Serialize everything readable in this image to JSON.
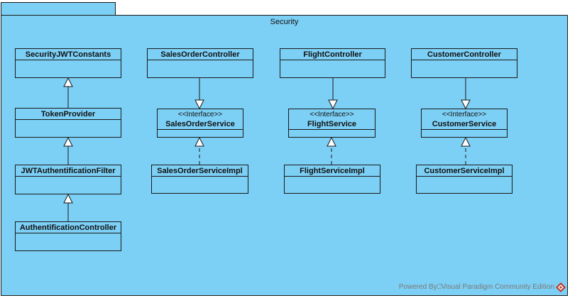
{
  "package": {
    "name": "Security"
  },
  "classes": {
    "security_jwt_constants": {
      "name": "SecurityJWTConstants"
    },
    "token_provider": {
      "name": "TokenProvider"
    },
    "jwt_auth_filter": {
      "name": "JWTAuthentificationFilter"
    },
    "auth_controller": {
      "name": "AuthentificationController"
    },
    "sales_order_controller": {
      "name": "SalesOrderController"
    },
    "sales_order_service": {
      "stereotype": "<<Interface>>",
      "name": "SalesOrderService"
    },
    "sales_order_service_impl": {
      "name": "SalesOrderServiceImpl"
    },
    "flight_controller": {
      "name": "FlightController"
    },
    "flight_service": {
      "stereotype": "<<Interface>>",
      "name": "FlightService"
    },
    "flight_service_impl": {
      "name": "FlightServiceImpl"
    },
    "customer_controller": {
      "name": "CustomerController"
    },
    "customer_service": {
      "stereotype": "<<Interface>>",
      "name": "CustomerService"
    },
    "customer_service_impl": {
      "name": "CustomerServiceImpl"
    }
  },
  "relations": [
    {
      "type": "generalization",
      "from": "TokenProvider",
      "to": "SecurityJWTConstants"
    },
    {
      "type": "generalization",
      "from": "JWTAuthentificationFilter",
      "to": "TokenProvider"
    },
    {
      "type": "generalization",
      "from": "AuthentificationController",
      "to": "JWTAuthentificationFilter"
    },
    {
      "type": "generalization",
      "from": "SalesOrderController",
      "to": "SalesOrderService"
    },
    {
      "type": "realization",
      "from": "SalesOrderServiceImpl",
      "to": "SalesOrderService"
    },
    {
      "type": "generalization",
      "from": "FlightController",
      "to": "FlightService"
    },
    {
      "type": "realization",
      "from": "FlightServiceImpl",
      "to": "FlightService"
    },
    {
      "type": "generalization",
      "from": "CustomerController",
      "to": "CustomerService"
    },
    {
      "type": "realization",
      "from": "CustomerServiceImpl",
      "to": "CustomerService"
    }
  ],
  "watermark": {
    "text": "Powered By⎕Visual Paradigm Community Edition",
    "logo": "visual-paradigm-logo-icon",
    "logo_color": "#c0392b"
  },
  "colors": {
    "fill": "#7ccff5",
    "stroke": "#1a1a1a"
  }
}
